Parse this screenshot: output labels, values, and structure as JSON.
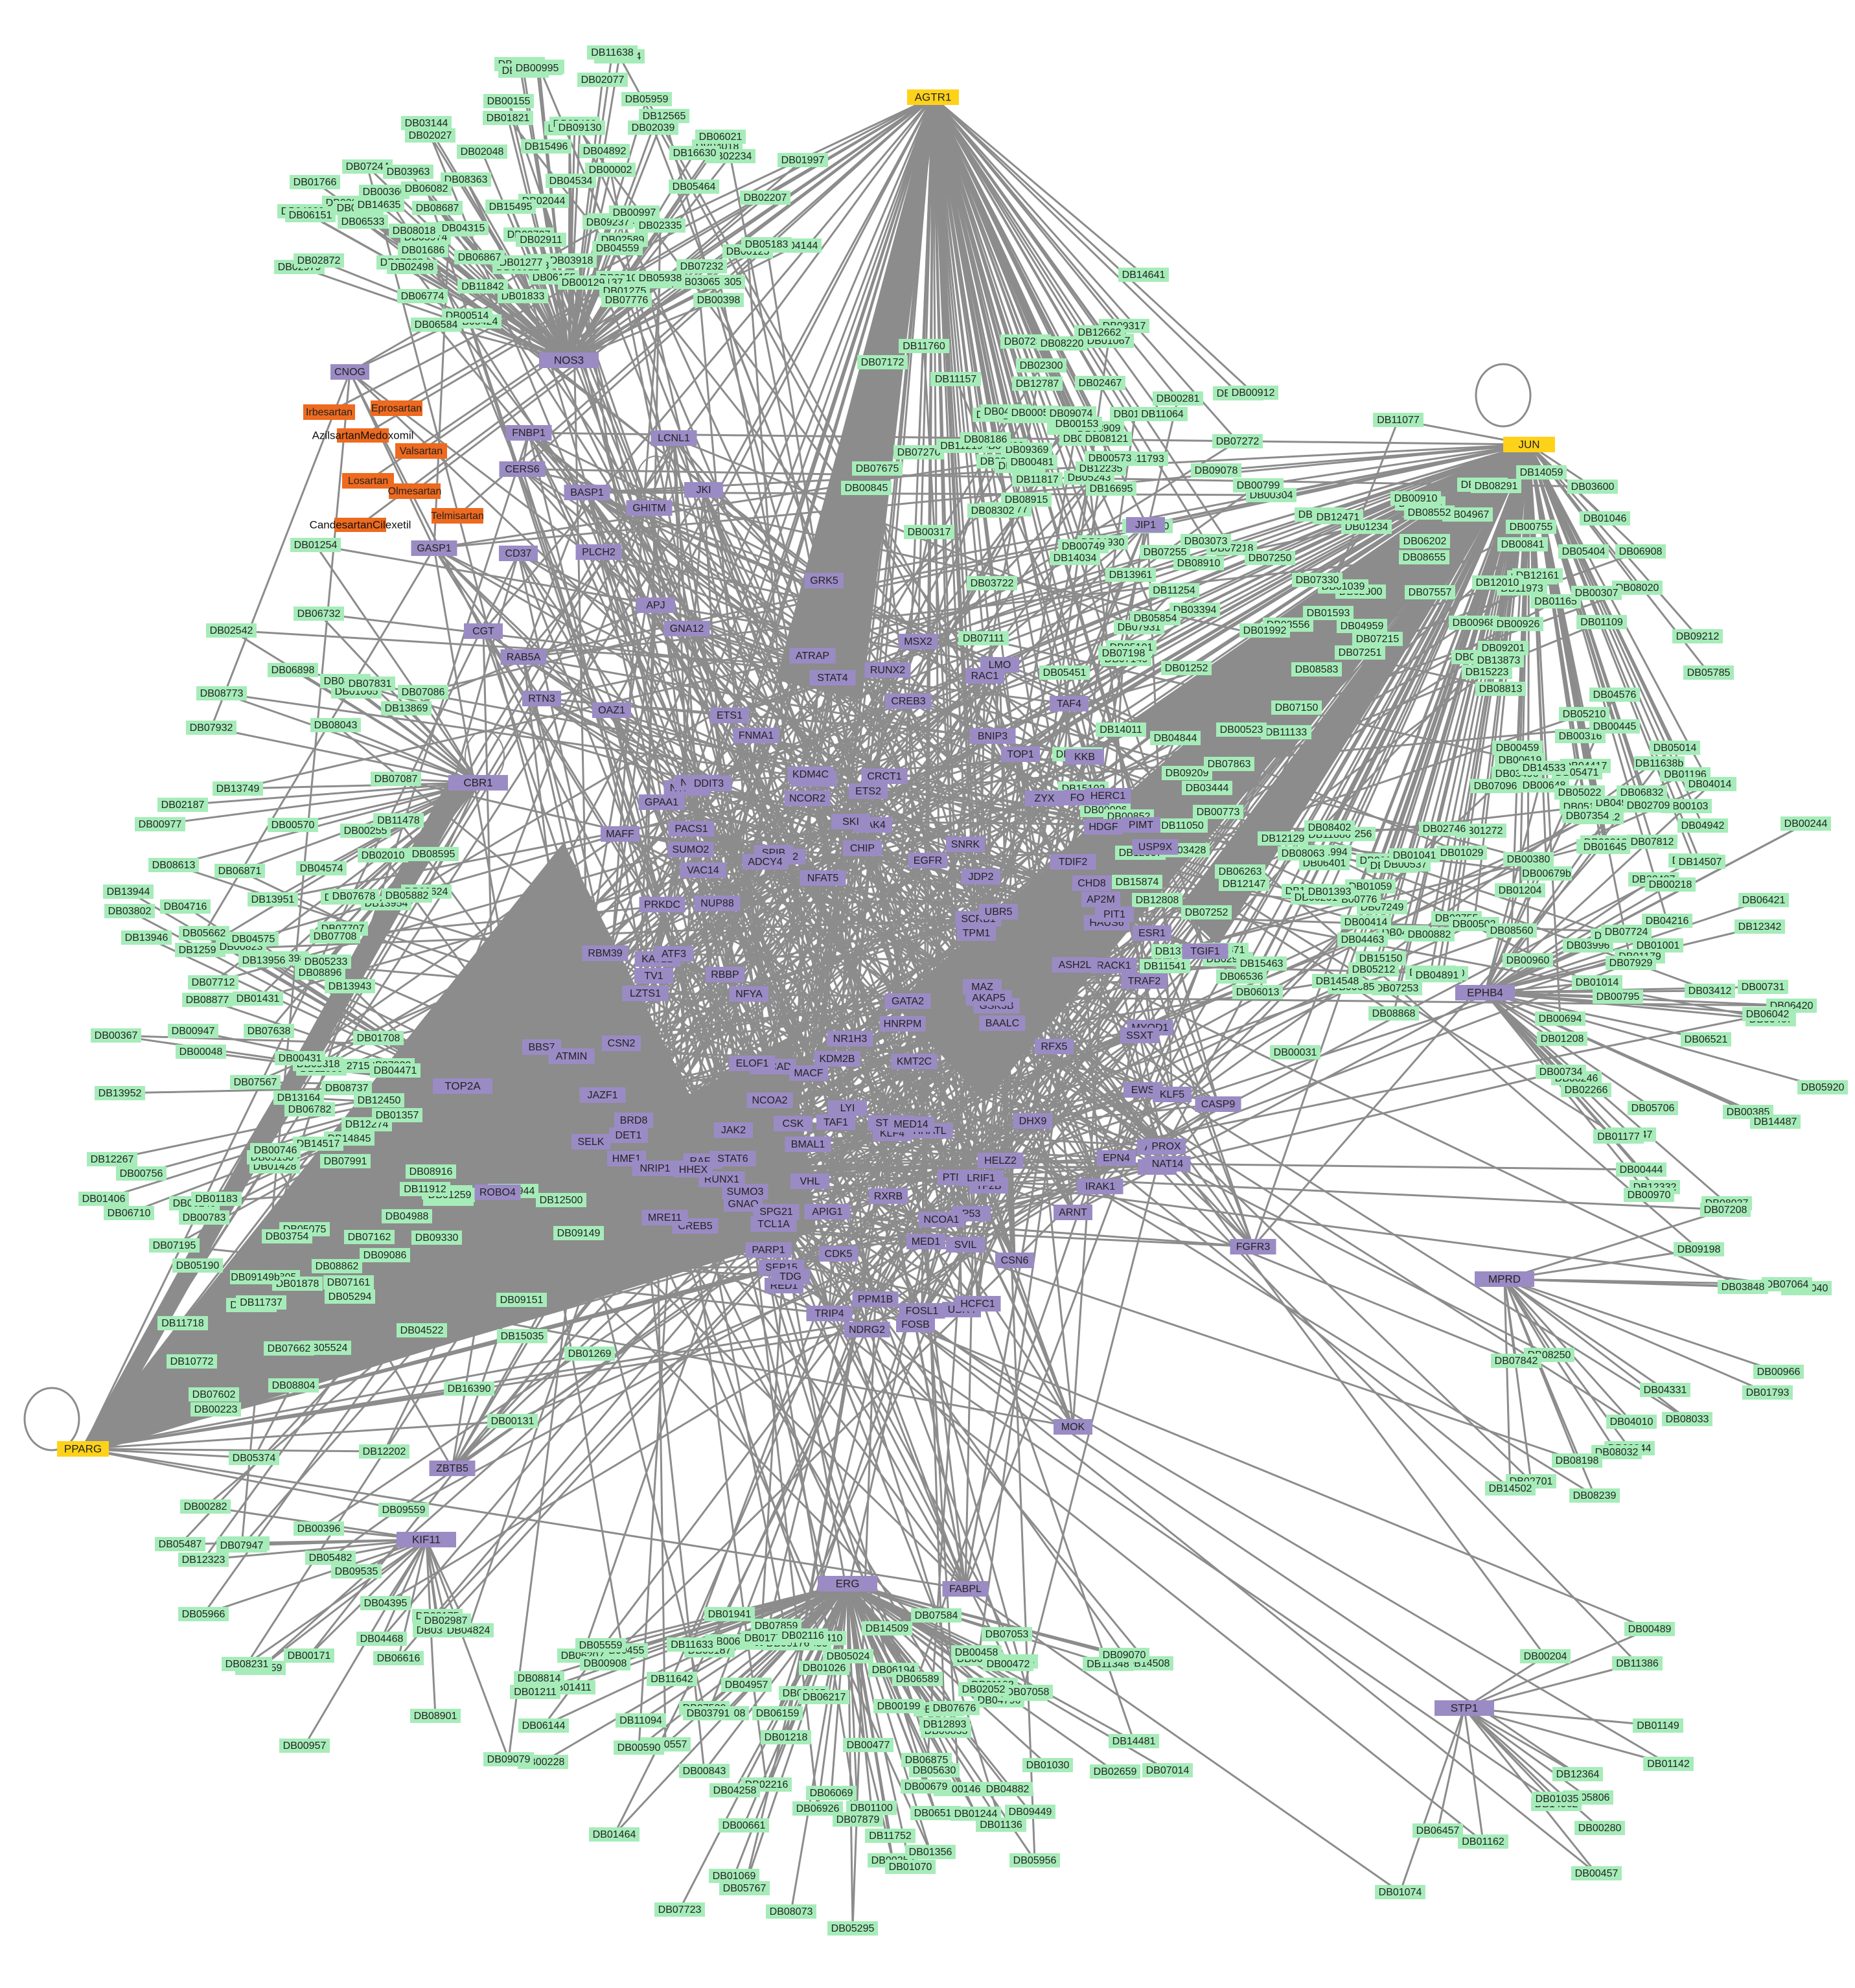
{
  "colors": {
    "edge": "#8c8c8c",
    "drug": "#a6ecb9",
    "gene": "#9b8bc4",
    "target": "#ffd21a",
    "sartan": "#ee6a1f"
  },
  "hubs": [
    {
      "id": "AGTR1",
      "label": "AGTR1",
      "kind": "target"
    },
    {
      "id": "JUN",
      "label": "JUN",
      "kind": "target"
    },
    {
      "id": "PPARG",
      "label": "PPARG",
      "kind": "target"
    },
    {
      "id": "NOS3",
      "label": "NOS3",
      "kind": "gene"
    },
    {
      "id": "ERG",
      "label": "ERG",
      "kind": "gene"
    },
    {
      "id": "KIF11",
      "label": "KIF11",
      "kind": "gene"
    },
    {
      "id": "STP1",
      "label": "STP1",
      "kind": "gene"
    },
    {
      "id": "EPHB4",
      "label": "EPHB4",
      "kind": "gene"
    },
    {
      "id": "MPRD",
      "label": "MPRD",
      "kind": "gene"
    },
    {
      "id": "CBR1",
      "label": "CBR1",
      "kind": "gene"
    },
    {
      "id": "TOP2A",
      "label": "TOP2A",
      "kind": "gene"
    }
  ],
  "sartans": [
    "Irbesartan",
    "Eprosartan",
    "AzilsartanMedoxomil",
    "Valsartan",
    "Losartan",
    "Olmesartan",
    "Telmisartan",
    "CandesartanCilexetil"
  ],
  "genes": [
    "CNOG",
    "FNBP1",
    "LCNL1",
    "CERS6",
    "BASP1",
    "GHITM",
    "PLCH2",
    "GASP1",
    "CD37",
    "CGT",
    "RAB5A",
    "RTN3",
    "OAZ1",
    "GNA12",
    "JKI",
    "APJ",
    "ATRAP",
    "AP2M",
    "NUP88",
    "PACS1",
    "NDRG2",
    "JAK2",
    "APIG1",
    "EGFR",
    "GNAQ",
    "NACAD",
    "BAALC",
    "LZTS1",
    "NFAT5",
    "HAUS6",
    "PIMT",
    "TAF4",
    "SEP15",
    "SNRK",
    "EPN4",
    "ELOF1",
    "TPM1",
    "CRCT1",
    "SPG21",
    "RAF1",
    "MACF",
    "IRAK1",
    "DET1",
    "NTRK3",
    "NELFB",
    "RED1",
    "MAZ",
    "BRD8",
    "ACTI",
    "PPM1B",
    "BNIP3",
    "SCRB1",
    "GPAA1",
    "SA",
    "VAC14",
    "RFX5",
    "PAK4",
    "MAFF",
    "RACK1",
    "LMO",
    "SVIL",
    "TCL1A",
    "ESR1",
    "TGIF1",
    "FOSB",
    "ASH2L",
    "CSK",
    "CREB5",
    "FOSL2",
    "ATF2",
    "DHX9",
    "DDIT3",
    "HERC1",
    "NFYA",
    "TAF1",
    "RBBP",
    "HHATL",
    "FNMA1",
    "UBR4",
    "RAC1",
    "CREB3",
    "LYI",
    "VHL",
    "GRDN",
    "MRE11",
    "KLF4",
    "HME1",
    "ZYX",
    "HDGF",
    "MYOD1",
    "TDG",
    "P53",
    "HCFC1",
    "BMAL1",
    "RBM39",
    "PARP1",
    "SUMO2",
    "KKB",
    "RUNX1",
    "NCOR2",
    "CHD8",
    "EWS",
    "TF2B",
    "KAT2B",
    "USP9X",
    "JDP2",
    "ETS1",
    "GATA2",
    "KLF5",
    "CSN2",
    "STAT1",
    "MED1",
    "TRAF2",
    "SUMO3",
    "FOSL1",
    "ATF3",
    "RUNX2",
    "ARNT",
    "PTMA",
    "MED14",
    "SKI",
    "NR1H3",
    "GSK3B",
    "MSX2",
    "TOP1",
    "HHEX",
    "KDM2B",
    "CDK5",
    "HNRPM",
    "CSN6",
    "STAT6",
    "NCOA2",
    "NEDD4",
    "LRIF1",
    "SSXT",
    "CHIP",
    "KMT2C",
    "NAT14",
    "CASP9",
    "FGFR3",
    "SPIB",
    "NRIP1",
    "TV1",
    "PIT1",
    "AKAP5",
    "KDM4C",
    "STAT4",
    "MOK",
    "ADCY4",
    "ETS2",
    "RXRB",
    "UBR5",
    "PRKDC",
    "NCOA1",
    "TRIP4",
    "HELZ2",
    "TDIF2",
    "PROX",
    "ROBO4",
    "SELK",
    "JAZF1",
    "BBS7",
    "ATMIN",
    "JIP1",
    "FABPL",
    "ZBTB5",
    "GRK5"
  ],
  "drugs": [
    "DB01821",
    "DB04018",
    "DB07244",
    "DB01833",
    "DB07388",
    "DB02044",
    "DB02077",
    "DB02994",
    "DB01686",
    "DB02979",
    "DB04223",
    "DB03707",
    "DB00155",
    "DB03910",
    "DB02589",
    "DB02335",
    "DB03332",
    "DB04534",
    "DB01997",
    "DB02234",
    "DB02048",
    "DB03974",
    "DB06155",
    "DB03305",
    "DB03963",
    "DB08019",
    "DB00360",
    "DB02141",
    "DB07001",
    "DB08018",
    "DB03918",
    "DB00125",
    "DB04559",
    "DB02207",
    "DB03065",
    "DB02027",
    "DB03144",
    "DB09237",
    "DB04209",
    "DB02911",
    "DB03100",
    "DB04137",
    "DB11842",
    "DB00129",
    "DB02467",
    "DB00281",
    "DB07272",
    "DB07218",
    "DB11157",
    "DB07276",
    "DB01782",
    "DB16695",
    "DB05243",
    "DB02375",
    "DB08067",
    "DB12695",
    "DB00530",
    "DB00317",
    "DB11817",
    "DB05101",
    "DB15327",
    "DB00286",
    "DB15091",
    "DB14641",
    "DB09317",
    "DB04930",
    "DB11064",
    "DB09369",
    "DB02757",
    "DB11219",
    "DB12235",
    "DB04931",
    "DB00481",
    "DB00053",
    "DB00619",
    "DB00304",
    "DB04573",
    "DB00648",
    "DB11541",
    "DB00841",
    "DB01196",
    "DB06374",
    "DB06202",
    "DB07931",
    "DB06401",
    "DB02901",
    "DB11619",
    "DB00882",
    "DB08020",
    "DB07256",
    "DB07253",
    "DB07249",
    "DB07251",
    "DB11973",
    "DB07252",
    "DB07255",
    "DB07254",
    "DB07250",
    "DB14989",
    "DB04868",
    "DB08583",
    "DB03878",
    "DB08350",
    "DB15685",
    "DB02900",
    "DB12147",
    "DB01272",
    "DB00103",
    "DB15874",
    "DB02755",
    "DB05014",
    "DB09078",
    "DB11886",
    "DB15102",
    "DB14503",
    "DB01234",
    "DB11254",
    "DB00871",
    "DB12471",
    "DB09100",
    "DB00960",
    "DB01812",
    "DB09288",
    "DB04417",
    "DB11077",
    "DB00968",
    "DB00714",
    "DB00316",
    "DB03394",
    "DB01039",
    "DB00776",
    "DB00414",
    "DB01698",
    "DB01046",
    "DB09212",
    "DB12161",
    "DB00502",
    "DB05197",
    "DB04463",
    "DB04844",
    "DB03556",
    "DB04959",
    "DB00694",
    "DB07330",
    "DB01059",
    "DB00978",
    "DB06263",
    "DB06362",
    "DB06013",
    "DB00445",
    "DB01165",
    "DB00685",
    "DB00773",
    "DB01204",
    "DB01208",
    "DB00487",
    "DB00380",
    "DB04976",
    "DB05706",
    "DB04576",
    "DB00218",
    "DB00444",
    "DB05022",
    "DB01179",
    "DB04975",
    "DB00467",
    "DB12332",
    "DB09047",
    "DB06420",
    "DB06421",
    "DB00385",
    "DB00970",
    "DB06042",
    "DB01177",
    "DB05920",
    "DB03996",
    "DB08246",
    "DB08037",
    "DB06040",
    "DB08244",
    "DB08032",
    "DB07064",
    "DB04331",
    "DB08198",
    "DB08250",
    "DB08239",
    "DB08033",
    "DB02701",
    "DB00966",
    "DB07842",
    "DB07208",
    "DB04010",
    "DB09198",
    "DB03848",
    "DB14502",
    "DB01793",
    "DB05806",
    "DB14962",
    "DB06457",
    "DB01162",
    "DB01149",
    "DB12364",
    "DB01074",
    "DB00204",
    "DB00489",
    "DB01035",
    "DB00457",
    "DB01142",
    "DB11386",
    "DB00280",
    "DB01218",
    "DB02659",
    "DB04855",
    "DB02074",
    "DB02216",
    "DB00321",
    "DB00455",
    "DB11642",
    "DB00557",
    "DB00252",
    "DB01100",
    "DB01195",
    "DB04957",
    "DB07859",
    "DB00843",
    "DB07530",
    "DB07053",
    "DB07723",
    "DB05956",
    "DB04258",
    "DB01411",
    "DB01941",
    "DB01136",
    "DB01070",
    "DB06510",
    "DB07082",
    "DB06410",
    "DB06194",
    "DB06875",
    "DB00146",
    "DB05024",
    "DB05295",
    "DB05187",
    "DB11094",
    "DB06926",
    "DB11752",
    "DB04796",
    "DB08435",
    "DB00590",
    "DB00477",
    "DB00228",
    "DB00604",
    "DB00637",
    "DB00472",
    "DB00458",
    "DB01182",
    "DB00342",
    "DB06217",
    "DB00679",
    "DB00661",
    "DB00199",
    "DB11633",
    "DB01211",
    "DB01244",
    "DB00176",
    "DB06207",
    "DB06144",
    "DB01069",
    "DB00308",
    "DB01026",
    "DB00908",
    "DB05559",
    "DB05767",
    "DB06833",
    "DB03791",
    "DB08814",
    "DB12893",
    "DB07676",
    "DB01772",
    "DB14509",
    "DB01356",
    "DB07058",
    "DB06159",
    "DB06069",
    "DB14508",
    "DB07014",
    "DB14481",
    "DB04882",
    "DB11348",
    "DB06589",
    "DB09449",
    "DB01464",
    "DB09070",
    "DB05630",
    "DB08073",
    "DB07879",
    "DB01030",
    "DB02116",
    "DB07584",
    "DB02052",
    "DB08159",
    "DB09079",
    "DB15442",
    "DB00282",
    "DB04468",
    "DB07947",
    "DB05482",
    "DB08175",
    "DB08231",
    "DB04395",
    "DB05487",
    "DB03347",
    "DB04824",
    "DB09535",
    "DB12323",
    "DB02987",
    "DB00171",
    "DB08901",
    "DB06616",
    "DB05966",
    "DB00396",
    "DB00957",
    "DB03467",
    "DB08043",
    "DB13951",
    "DB12597",
    "DB07707",
    "DB07638",
    "DB13749",
    "DB13954",
    "DB07087",
    "DB07086",
    "DB01254",
    "DB07712",
    "DB02187",
    "DB00255",
    "DB00570",
    "DB06732",
    "DB02542",
    "DB02010",
    "DB08613",
    "DB08595",
    "DB08398",
    "DB07932",
    "DB13943",
    "DB11478",
    "DB01065",
    "DB00624",
    "DB13869",
    "DB06898",
    "DB07678",
    "DB06871",
    "DB08773",
    "DB07708",
    "DB08320",
    "DB08896",
    "DB01431",
    "DB07831",
    "DB05882",
    "DB04574",
    "DB05233",
    "DB00977",
    "DB00783",
    "DB06249",
    "DB12450",
    "DB07991",
    "DB07933",
    "DB13952",
    "DB13944",
    "DB00823",
    "DB07195",
    "DB07567",
    "DB13946",
    "DB04575",
    "DB06710",
    "DB02715",
    "DB03802",
    "DB04471",
    "DB01406",
    "DB08737",
    "DB00756",
    "DB00367",
    "DB01183",
    "DB06782",
    "DB01428",
    "DB05150",
    "DB13956",
    "DB11718",
    "DB12274",
    "DB11986",
    "DB01185",
    "DB04716",
    "DB09318",
    "DB12267",
    "DB01708",
    "DB05662",
    "DB00947",
    "DB14845",
    "DB01357",
    "DB00048",
    "DB08877",
    "DB00431",
    "DB07162",
    "DB05075",
    "DB16390",
    "DB15035",
    "DB08895",
    "DB12500",
    "DB05524",
    "DB03754",
    "DB09151",
    "DB04522",
    "DB09086",
    "DB01878",
    "DB15822",
    "DB08804",
    "DB09149",
    "DB00223",
    "DB14517",
    "DB00746",
    "DB00131",
    "DB09149b",
    "DB05190",
    "DB08862",
    "DB12202",
    "DB11731",
    "DB01259",
    "DB05374",
    "DB09330",
    "DB07161",
    "DB10772",
    "DB11737",
    "DB11912",
    "DB05294",
    "DB01269",
    "DB09559",
    "DB07602",
    "DB04988",
    "DB13164",
    "DB07662",
    "DB08916",
    "DB05944",
    "DB06021",
    "DB05424",
    "DB05268",
    "DB01275",
    "DB05938",
    "DB08687",
    "DB04892",
    "DB08912",
    "DB00002",
    "DB00398",
    "DB04315",
    "DB00997",
    "DB05088",
    "DB00514",
    "DB02039",
    "DB00993",
    "DB05483",
    "DB05959",
    "DB02872",
    "DB09130",
    "DB04144",
    "DB08363",
    "DB07776",
    "DB02342",
    "DB15496",
    "DB15495",
    "DB16630",
    "DB06533",
    "DB00995",
    "DB01277",
    "DB12565",
    "DB11638",
    "DB01766",
    "DB06774",
    "DB02498",
    "DB06082",
    "DB05183",
    "DB06584",
    "DB06151",
    "DB02690",
    "DB07232",
    "DB06867",
    "DB14635",
    "DB05464",
    "DB05854",
    "DB11760",
    "DB00313",
    "DB03909",
    "DB00912",
    "DB03722",
    "DB07230",
    "DB07675",
    "DB00277",
    "DB07111",
    "DB08186",
    "DB08915",
    "DB02300",
    "DB07172",
    "DB03073",
    "DB09074",
    "DB07236",
    "DB11793",
    "DB08760",
    "DB00845",
    "DB00749",
    "DB00573",
    "DB01067",
    "DB14034",
    "DB12662",
    "DB12787",
    "DB00153",
    "DB08220",
    "DB08302",
    "DB08121",
    "DB09209",
    "DB00537",
    "DB06832",
    "DB04967",
    "DB11133",
    "DB04891",
    "DB00307",
    "DB00031",
    "DB07557",
    "DB03600",
    "DB11994",
    "DB09201",
    "DB08063",
    "DB00799",
    "DB05210",
    "DB04942",
    "DB01041",
    "DB05471",
    "DB05212",
    "DB14507",
    "DB03428",
    "DB07354",
    "DB07929",
    "DB07149",
    "DB07812",
    "DB00201",
    "DB00679b",
    "DB03444",
    "DB13961",
    "DB12129",
    "DB04014",
    "DB12808",
    "DB13751",
    "DB14011",
    "DB01109",
    "DB06908",
    "DB07150",
    "DB11050",
    "DB14059",
    "DB05451",
    "DB00910",
    "DB13873",
    "DB12007",
    "DB07198",
    "DB09006",
    "DB08560",
    "DB06536",
    "DB01252",
    "DB00459",
    "DB07096",
    "DB02709",
    "DB08291",
    "DB01593",
    "DB03496",
    "DB12010",
    "DB08552",
    "DB00852",
    "DB14548",
    "DB15223",
    "DB04216",
    "DB05404",
    "DB01029",
    "DB15150",
    "DB08402",
    "DB00926",
    "DB08813",
    "DB08868",
    "DB15463",
    "DB02746",
    "DB08655",
    "DB07215",
    "DB00755",
    "DB05785",
    "DB00523",
    "DB00210",
    "DB01645",
    "DB01393",
    "DB07863",
    "DB08910",
    "DB01992",
    "DB00731",
    "DB04689",
    "DB06521",
    "DB07724",
    "DB00244",
    "DB00795",
    "DB01014",
    "DB01001",
    "DB03412",
    "DB11638b",
    "DB14487",
    "DB14533",
    "DB02266",
    "DB00734",
    "DB12342"
  ]
}
